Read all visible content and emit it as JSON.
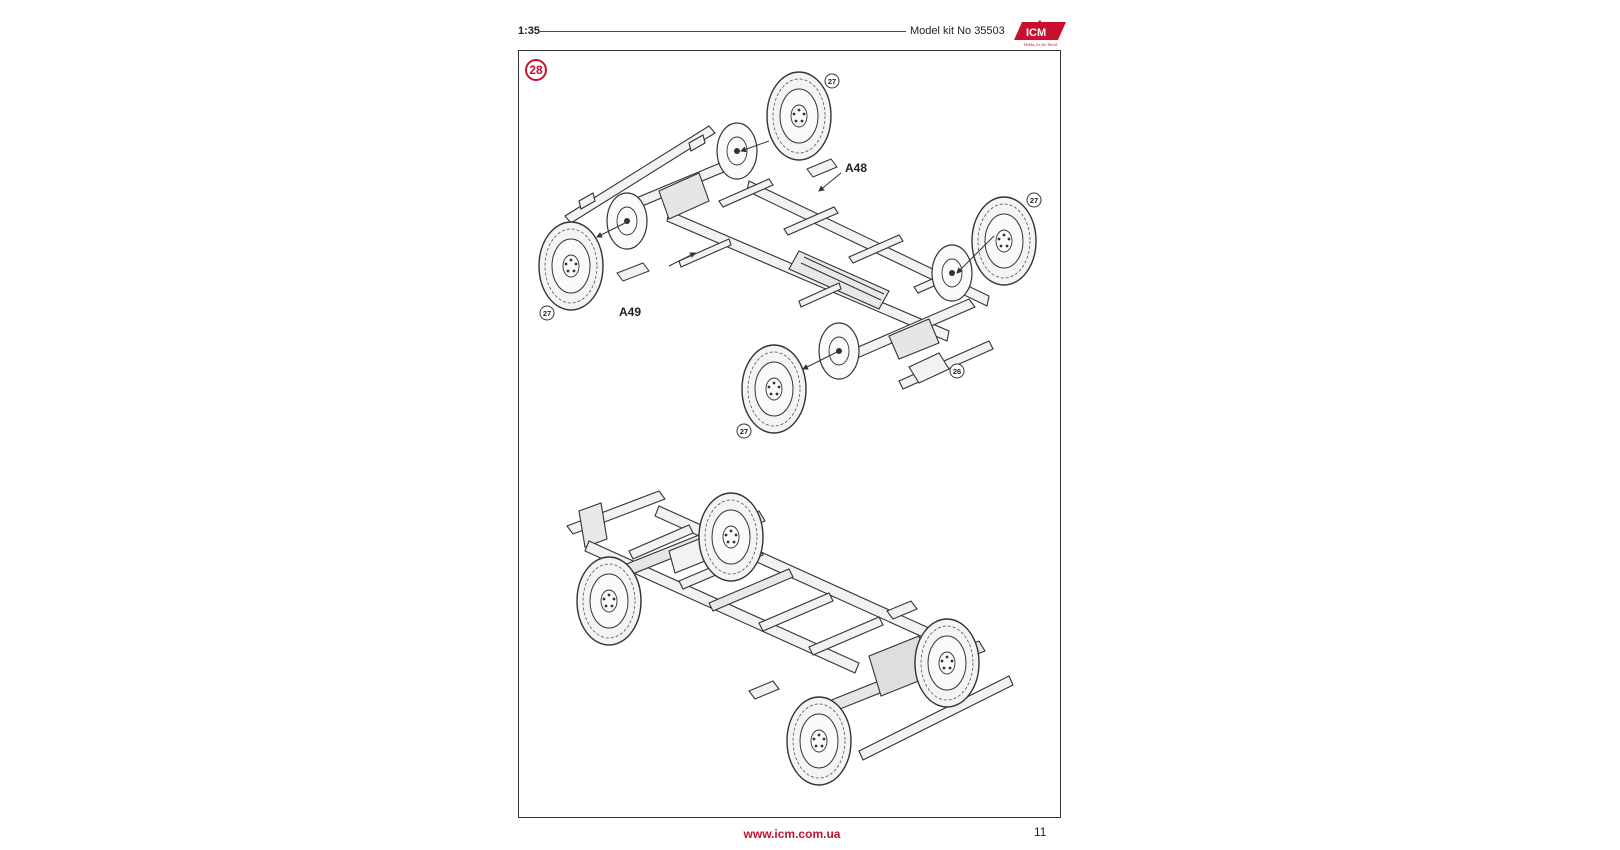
{
  "header": {
    "scale": "1:35",
    "kit_number": "Model kit No 35503",
    "logo_text": "ICM",
    "logo_tagline": "Hobby for the World"
  },
  "step": {
    "number": "28",
    "part_labels": {
      "a48": "A48",
      "a49": "A49"
    },
    "callouts": {
      "wheel_top": "27",
      "wheel_right": "27",
      "wheel_left": "27",
      "wheel_bottom": "27",
      "bumper": "26"
    }
  },
  "footer": {
    "url": "www.icm.com.ua",
    "page_number": "11"
  },
  "colors": {
    "accent": "#c8102e",
    "line": "#333333",
    "fill": "#f2f2f2"
  }
}
